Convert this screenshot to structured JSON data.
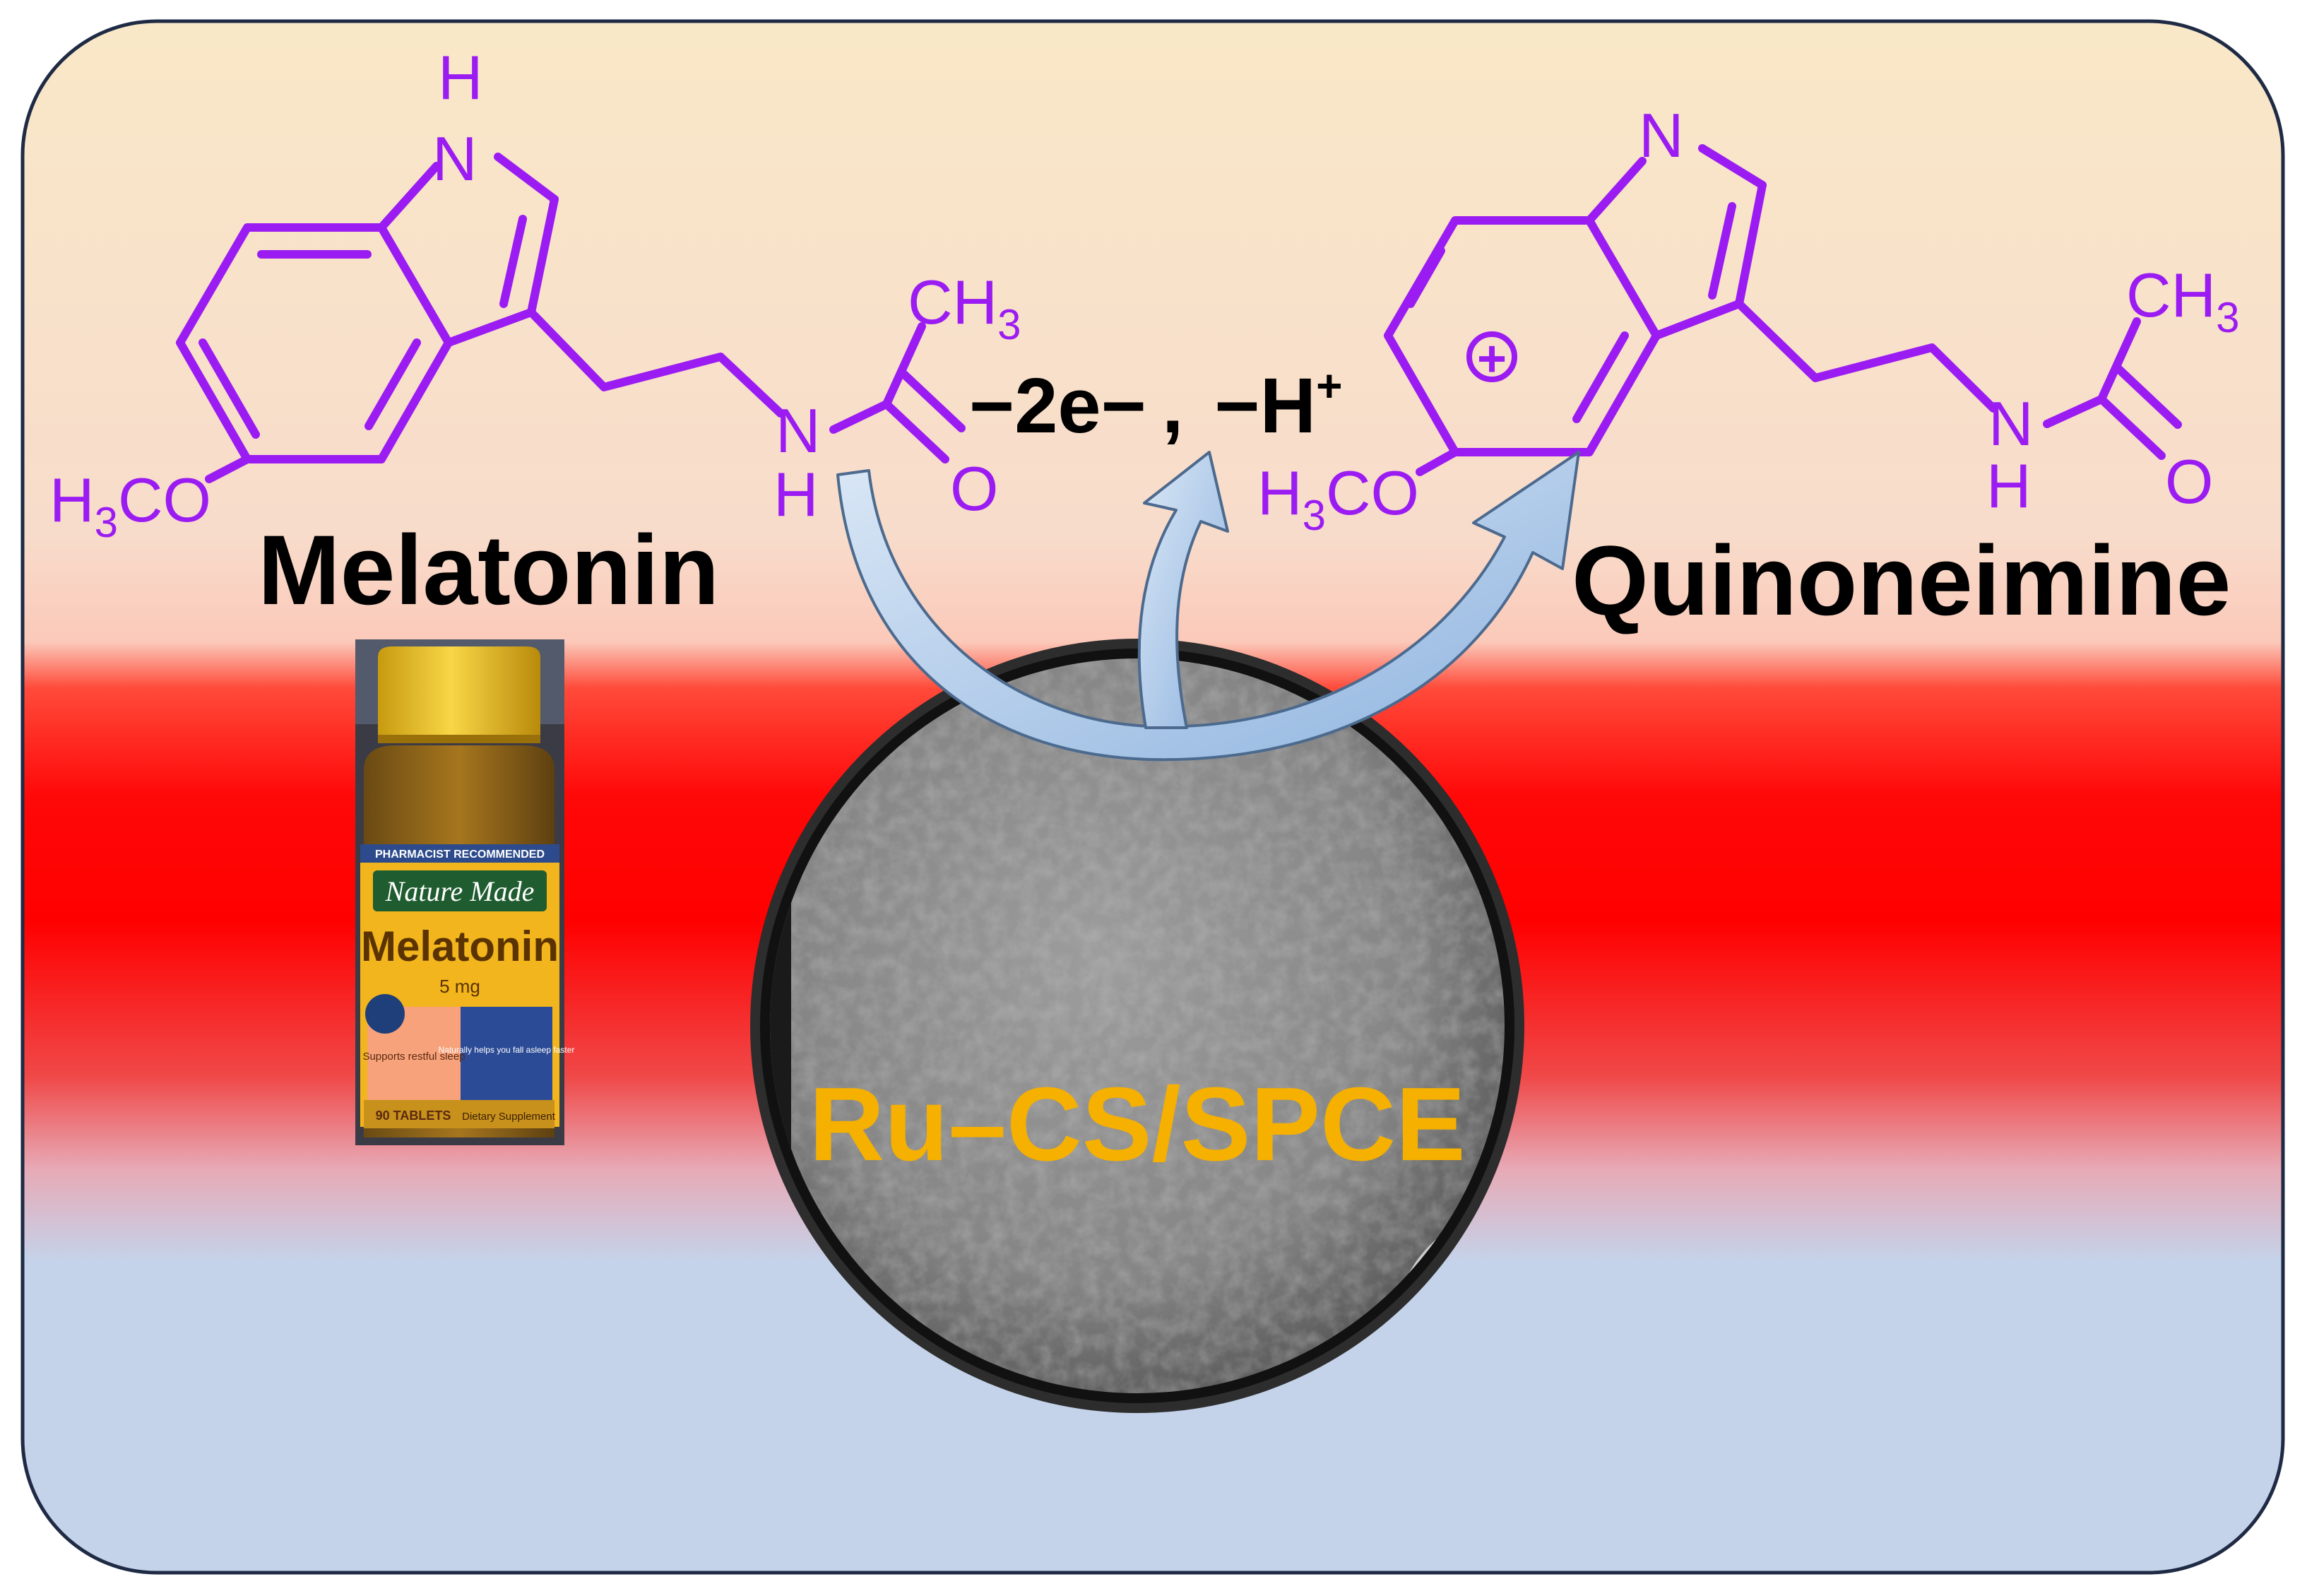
{
  "molecules": {
    "melatonin": {
      "name": "Melatonin",
      "atoms": {
        "nh_h": "H",
        "nh_n": "N",
        "methoxy_main": "H",
        "methoxy_sub": "3",
        "methoxy_rest": "CO",
        "amide_n": "N",
        "amide_h": "H",
        "methyl_main": "CH",
        "methyl_sub": "3",
        "carbonyl_o": "O"
      }
    },
    "quinoneimine": {
      "name": "Quinoneimine",
      "atoms": {
        "ring_n": "N",
        "charge": "+",
        "methoxy_main": "H",
        "methoxy_sub": "3",
        "methoxy_rest": "CO",
        "amide_n": "N",
        "amide_h": "H",
        "methyl_main": "CH",
        "methyl_sub": "3",
        "carbonyl_o": "O"
      }
    }
  },
  "reaction": {
    "electrons": "−2e−",
    "separator": ",",
    "proton_main": "−H",
    "proton_sup": "+"
  },
  "electrode": {
    "label": "Ru–CS/SPCE"
  },
  "bottle": {
    "banner": "PHARMACIST RECOMMENDED",
    "brand": "Nature Made",
    "product": "Melatonin",
    "dose": "5 mg",
    "claim_left": "Supports restful sleep",
    "claim_right": "Naturally helps you fall asleep faster",
    "count": "90 TABLETS",
    "footer": "Dietary Supplement"
  },
  "colors": {
    "molecule": "#9b1cf2",
    "label_text": "#000000",
    "electrode_label": "#f5b000",
    "background_top": "#f9e8c8",
    "background_band": "#ff0000",
    "background_bottom": "#c4d3ea",
    "arrow_fill": "#a9c6ea",
    "frame_border": "#1f2a44"
  },
  "icons": {
    "curved_arrows": "curved-arrow-icon",
    "charge": "plus-in-circle-icon"
  }
}
